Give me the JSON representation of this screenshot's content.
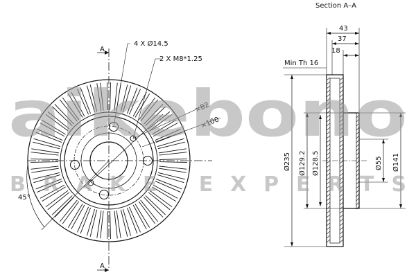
{
  "section_title": "Section A–A",
  "section_marker": "A",
  "front_view": {
    "callouts": {
      "holes": "4 X Ø14.5",
      "threads": "2 X M8*1.25",
      "hub_diameter": "×82",
      "pcd": "×100",
      "angle": "45°"
    }
  },
  "section_view": {
    "widths": {
      "overall": "43",
      "hat": "37",
      "offset": "18"
    },
    "min_thickness": "Min Th  16",
    "diameters": {
      "outer": "Ø235",
      "d1292": "Ø129.2",
      "d1285": "Ø128.5",
      "bore": "Ø55",
      "hat_od": "Ø141"
    }
  },
  "watermark": {
    "brand": "aikebono",
    "tagline": "BRAKE EXPERTS"
  }
}
